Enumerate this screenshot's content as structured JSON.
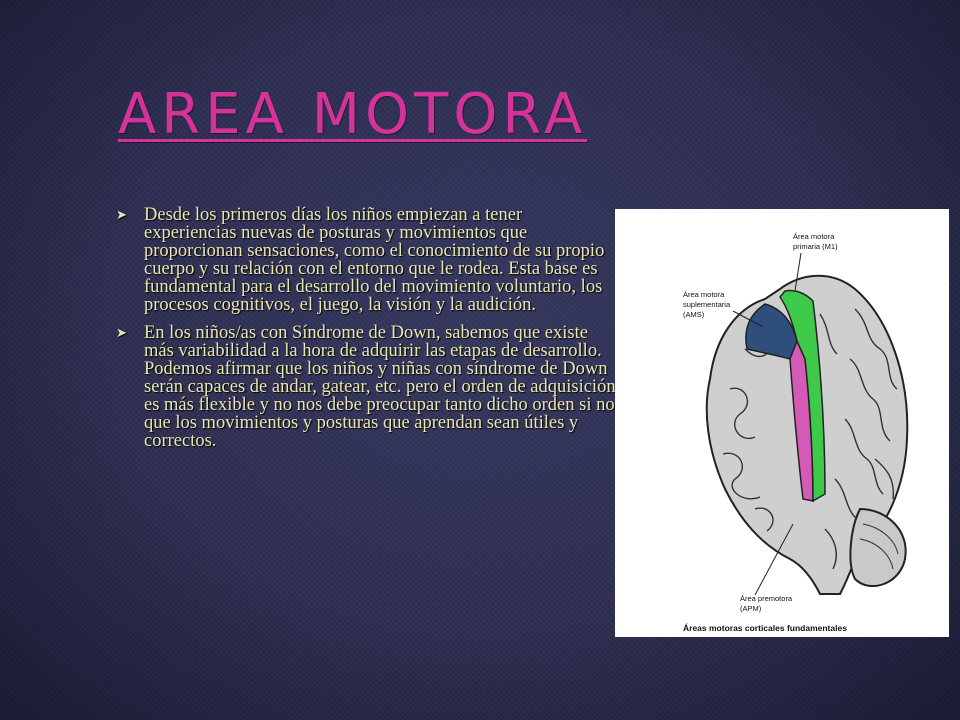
{
  "slide": {
    "title": "AREA MOTORA",
    "bullets": [
      "Desde los primeros días los niños empiezan a tener experiencias nuevas de posturas y movimientos que proporcionan sensaciones, como el conocimiento de su propio cuerpo y su relación con el entorno que le rodea. Esta base es fundamental para el desarrollo del movimiento voluntario, los procesos cognitivos, el juego, la visión y la audición.",
      "En los niños/as con Síndrome de Down, sabemos que existe más variabilidad a la hora de adquirir las etapas de desarrollo. Podemos afirmar que los niños y niñas con síndrome de Down serán capaces de andar, gatear, etc. pero el orden de adquisición es más flexible y no nos debe preocupar tanto dicho orden si no que los movimientos y posturas que aprendan sean útiles y correctos."
    ],
    "bullet_icon": "chevron-right-icon"
  },
  "figure": {
    "label_m1_line1": "Área motora",
    "label_m1_line2": "primaria (M1)",
    "label_ams_line1": "Área motora",
    "label_ams_line2": "suplementaria",
    "label_ams_line3": "(AMS)",
    "label_apm_line1": "Área premotora",
    "label_apm_line2": "(APM)",
    "caption": "Áreas motoras corticales fundamentales",
    "colors": {
      "m1": "#3fc94a",
      "ams": "#2f4e7c",
      "apm": "#d55ab8",
      "cortex": "#cfcfcf"
    }
  },
  "colors": {
    "title": "#d6339a",
    "body_text": "#e9e6b0",
    "background": "#2e2f52"
  }
}
